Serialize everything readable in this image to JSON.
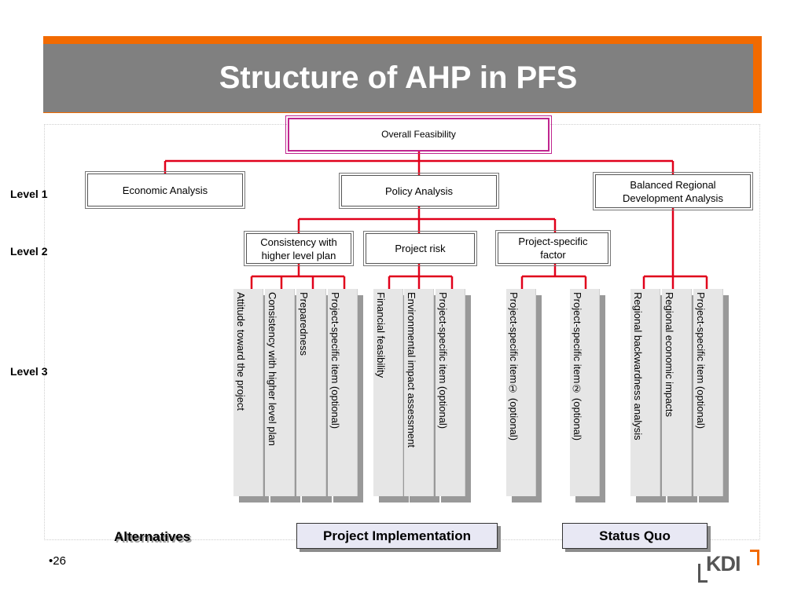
{
  "title": "Structure of AHP in PFS",
  "root": "Overall Feasibility",
  "levels": {
    "l1": "Level 1",
    "l2": "Level 2",
    "l3": "Level 3"
  },
  "level1": {
    "economic": "Economic Analysis",
    "policy": "Policy Analysis",
    "regional": "Balanced Regional Development Analysis"
  },
  "level2": {
    "consistency": "Consistency with higher level plan",
    "risk": "Project risk",
    "specific": "Project-specific factor"
  },
  "level3": [
    "Attitude toward the project",
    "Consistency with higher level plan",
    "Preparedness",
    "Project-specific item (optional)",
    "Financial feasibility",
    "Environmental impact assessment",
    "Project-specific item (optional)",
    "Project-specific item① (optional)",
    "Project-specific item② (optional)",
    "Regional backwardness analysis",
    "Regional economic impacts",
    "Project-specific item (optional)"
  ],
  "alternatives": {
    "label": "Alternatives",
    "implementation": "Project Implementation",
    "status_quo": "Status Quo"
  },
  "page_number": "•26",
  "logo": "KDI",
  "colors": {
    "accent": "#f26a00",
    "title_bg": "#808080",
    "connector": "#e0001b",
    "root_border": "#c0258f"
  }
}
